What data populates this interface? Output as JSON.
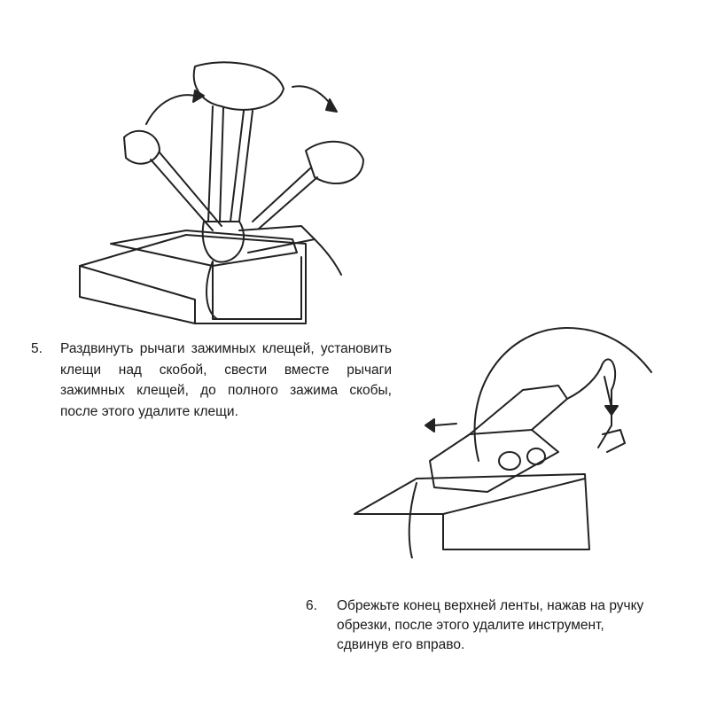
{
  "steps": [
    {
      "number": "5.",
      "text": "Раздвинуть рычаги зажимных клещей, установить клещи над скобой, свести вместе рычаги зажимных клещей, до полного зажима скобы, после этого удалите клещи."
    },
    {
      "number": "6.",
      "text": "Обрежьте конец верхней ленты, нажав на ручку обрезки, после этого удалите инструмент, сдвинув его вправо."
    }
  ]
}
